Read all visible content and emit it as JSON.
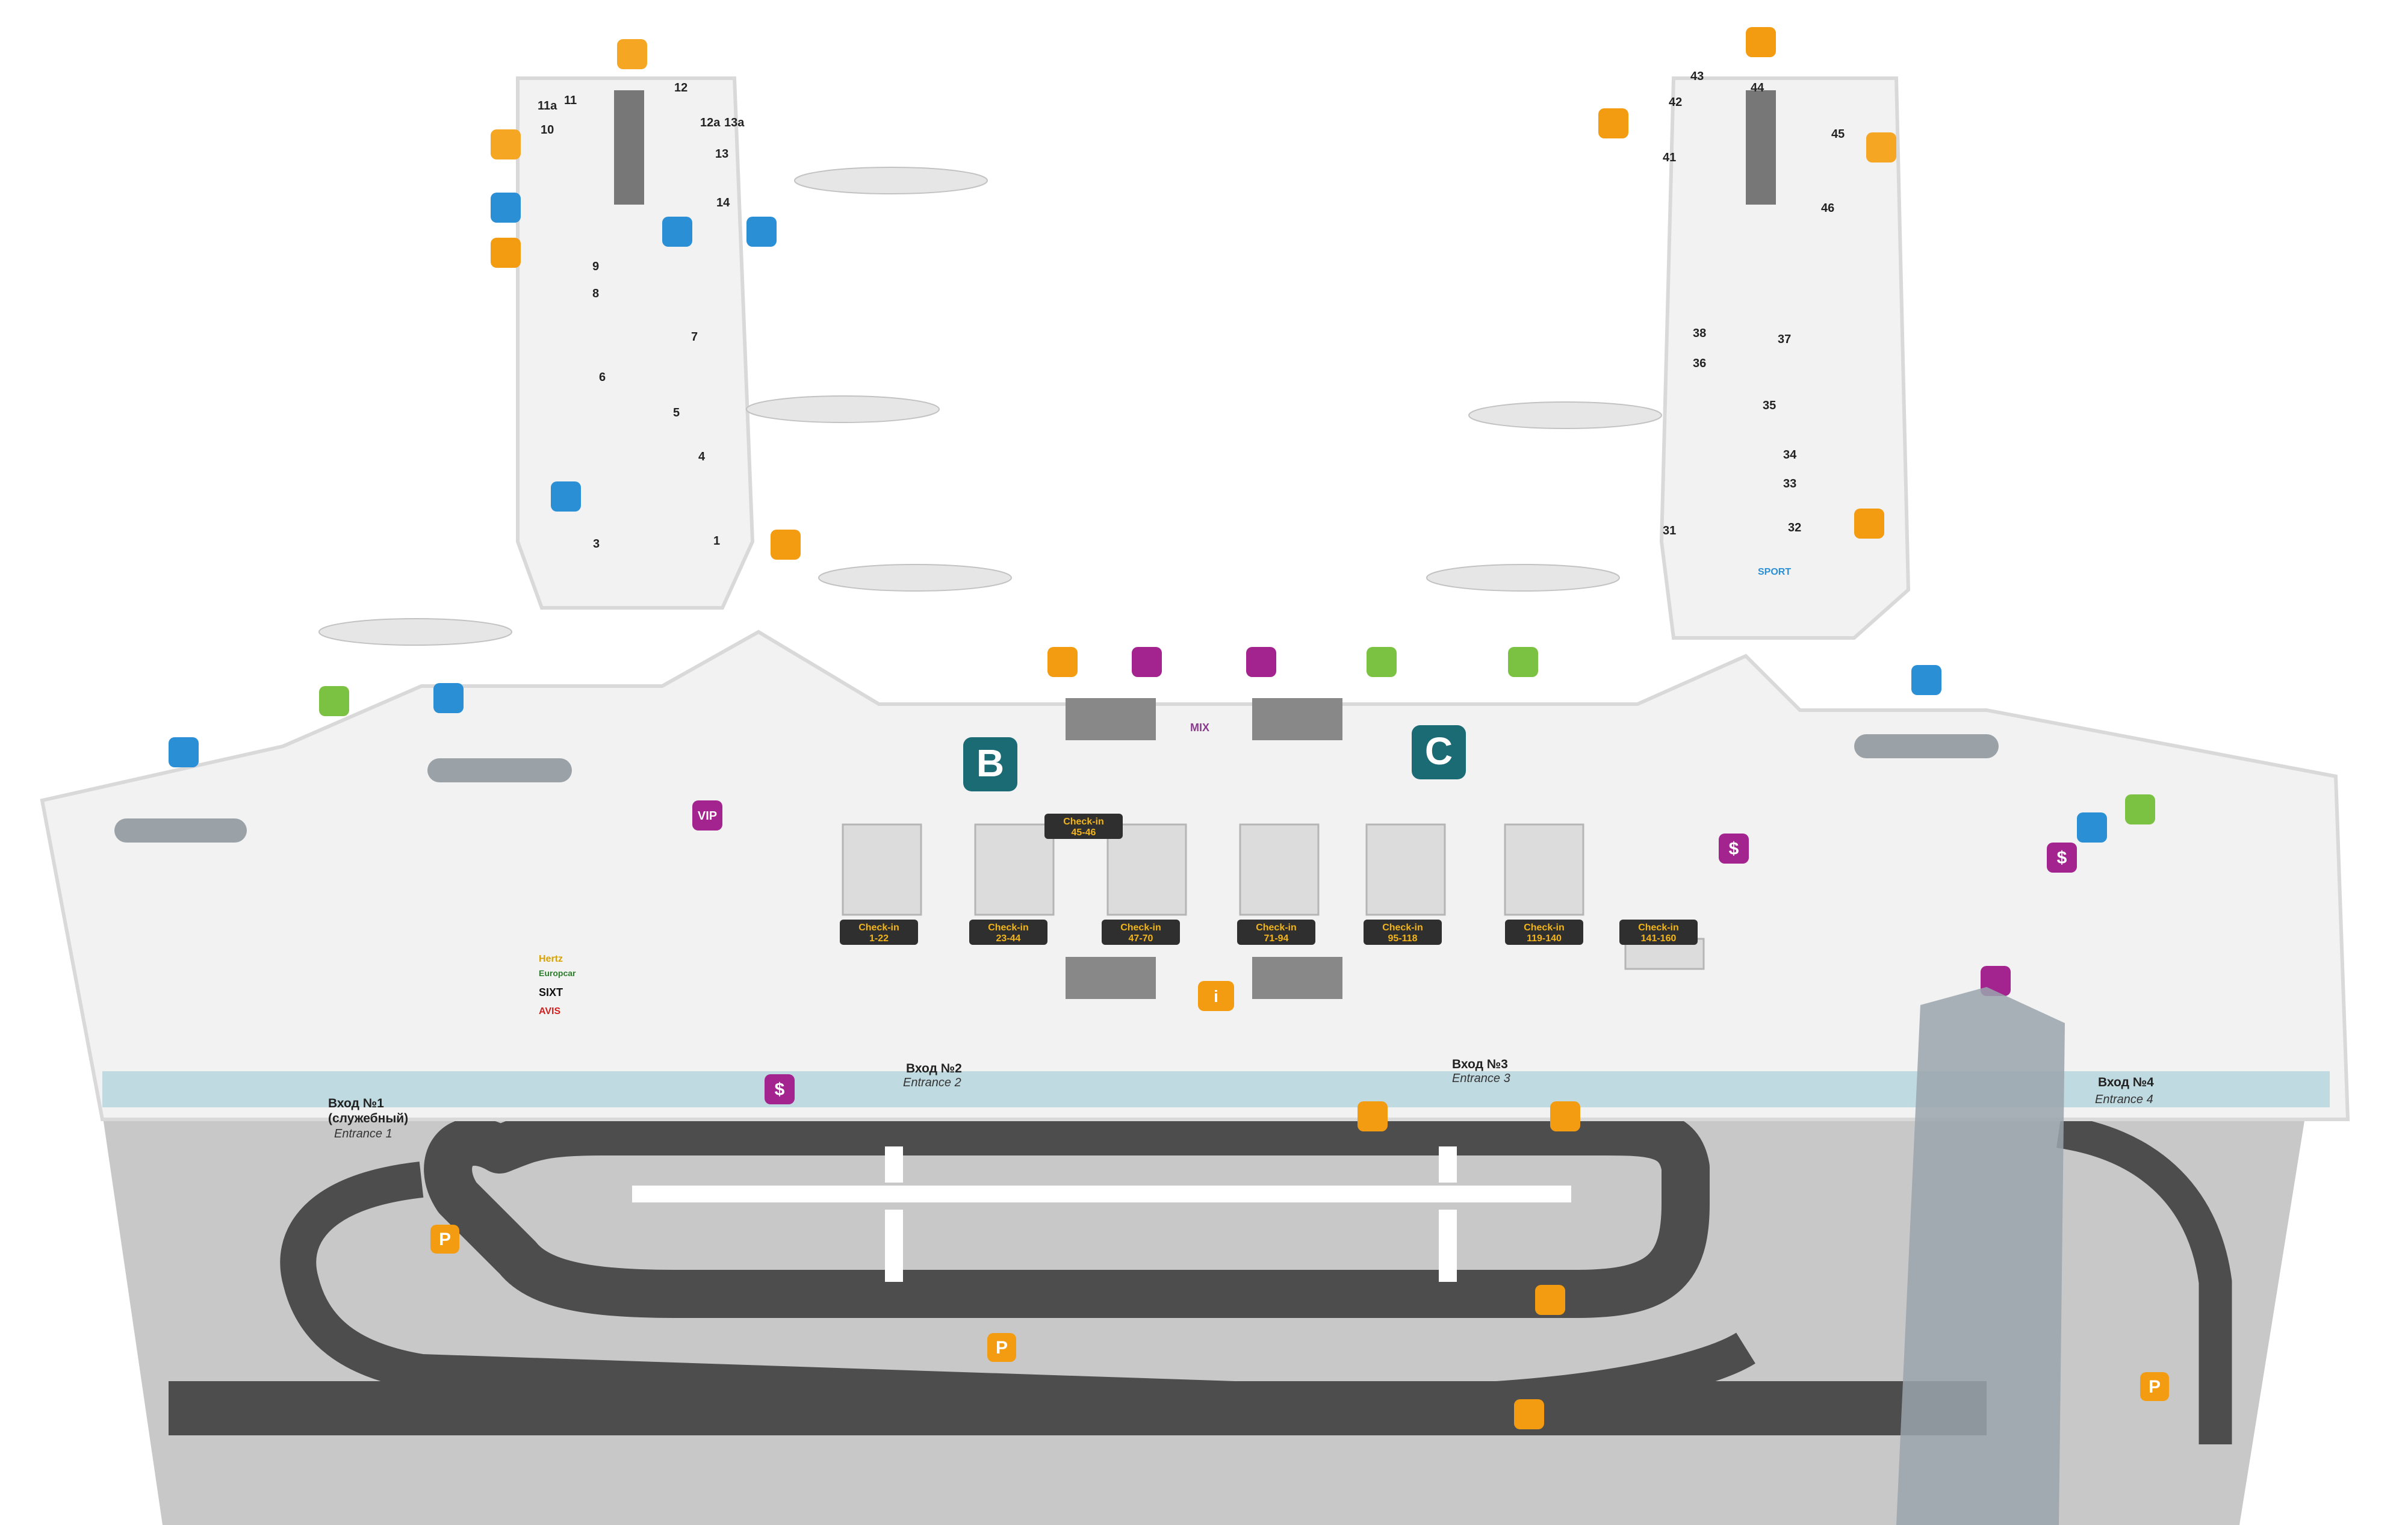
{
  "map": {
    "terminals": [
      {
        "label": "B",
        "color": "#1a6b73"
      },
      {
        "label": "C",
        "color": "#1a6b73"
      }
    ],
    "gates_left": [
      "1",
      "3",
      "4",
      "5",
      "6",
      "7",
      "8",
      "9",
      "10",
      "11",
      "11a",
      "12",
      "12a",
      "13",
      "13a",
      "14"
    ],
    "gates_right": [
      "31",
      "32",
      "33",
      "34",
      "35",
      "36",
      "37",
      "38",
      "41",
      "42",
      "43",
      "44",
      "45",
      "46"
    ],
    "checkin_counters": [
      {
        "line1": "Check-in",
        "line2": "1-22"
      },
      {
        "line1": "Check-in",
        "line2": "23-44"
      },
      {
        "line1": "Check-in",
        "line2": "47-70"
      },
      {
        "line1": "Check-in",
        "line2": "71-94"
      },
      {
        "line1": "Check-in",
        "line2": "95-118"
      },
      {
        "line1": "Check-in",
        "line2": "119-140"
      },
      {
        "line1": "Check-in",
        "line2": "141-160"
      },
      {
        "line1": "Check-in",
        "line2": "45-46"
      }
    ],
    "entrances": [
      {
        "ru": "Вход №1",
        "ru2": "(служебный)",
        "en": "Entrance 1"
      },
      {
        "ru": "Вход №2",
        "en": "Entrance 2"
      },
      {
        "ru": "Вход №3",
        "en": "Entrance 3"
      },
      {
        "ru": "Вход №4",
        "en": "Entrance 4"
      }
    ],
    "labels": {
      "vip": "VIP",
      "mix": "MIX",
      "sport": "SPORT",
      "hertz": "Hertz",
      "europcar": "Europcar",
      "sixt": "SIXT",
      "avis": "AVIS",
      "parking": "P",
      "dollar": "$",
      "info": "i"
    },
    "colors": {
      "shop": "#f5a623",
      "food": "#f39c12",
      "service": "#2b8fd6",
      "medical": "#2b8fd6",
      "lounge": "#7cc242",
      "money": "#a3238f",
      "road": "#4d4d4d",
      "ground": "#c8c8c8",
      "terminal_floor": "#f2f2f2",
      "wall": "#d9d9d9",
      "glass": "#9ec9d6"
    },
    "icons": [
      "shopping-bag-icon",
      "fork-knife-icon",
      "wheelchair-icon",
      "toilet-icon",
      "first-aid-icon",
      "escalator-icon",
      "elevator-icon",
      "info-icon",
      "baggage-icon",
      "search-icon",
      "plane-departure-icon",
      "plane-arrival-icon",
      "currency-icon",
      "atm-icon",
      "taxi-icon",
      "bus-icon",
      "parking-icon",
      "train-icon",
      "pet-icon",
      "family-icon"
    ]
  }
}
